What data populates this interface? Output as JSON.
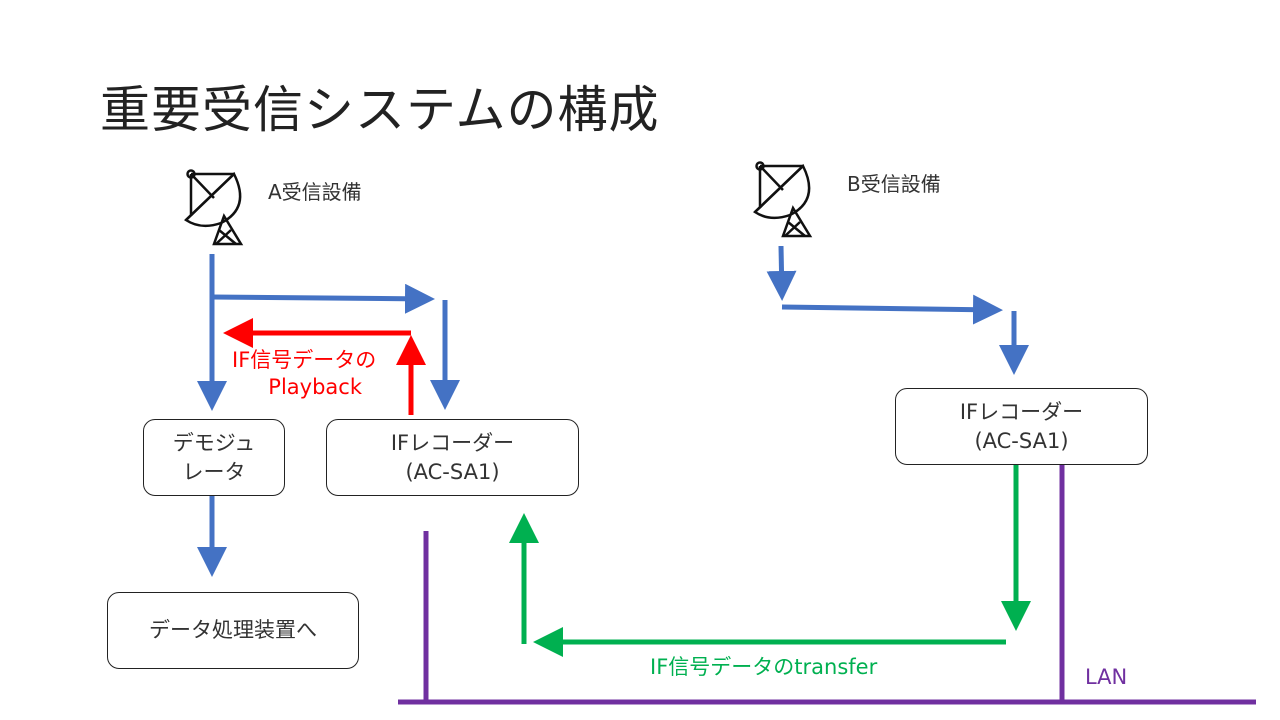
{
  "title": "重要受信システムの構成",
  "stations": {
    "a": {
      "label": "A受信設備",
      "icon": "satellite-dish-icon"
    },
    "b": {
      "label": "B受信設備",
      "icon": "satellite-dish-icon"
    }
  },
  "boxes": {
    "demodulator": {
      "line1": "デモジュ",
      "line2": "レータ"
    },
    "recorder_a": {
      "line1": "IFレコーダー",
      "line2": "(AC-SA1)"
    },
    "recorder_b": {
      "line1": "IFレコーダー",
      "line2": "(AC-SA1)"
    },
    "data_processor": {
      "line1": "データ処理装置へ"
    }
  },
  "flows": {
    "playback": {
      "line1": "IF信号データの",
      "line2": "Playback"
    },
    "transfer": {
      "label": "IF信号データのtransfer"
    },
    "lan": {
      "label": "LAN"
    }
  },
  "colors": {
    "signal": "#4472c4",
    "playback": "#ff0000",
    "transfer": "#00b050",
    "lan": "#7030a0"
  }
}
